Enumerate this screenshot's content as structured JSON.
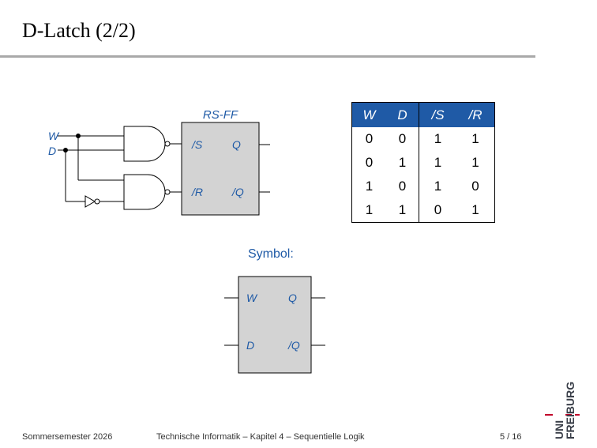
{
  "slide": {
    "title": "D-Latch (2/2)"
  },
  "circuit": {
    "ff_label": "RS-FF",
    "input_w": "W",
    "input_d": "D",
    "pin_s": "/S",
    "pin_r": "/R",
    "pin_q": "Q",
    "pin_nq": "/Q"
  },
  "truth_table": {
    "headers": [
      "W",
      "D",
      "/S",
      "/R"
    ],
    "rows": [
      [
        "0",
        "0",
        "1",
        "1"
      ],
      [
        "0",
        "1",
        "1",
        "1"
      ],
      [
        "1",
        "0",
        "1",
        "0"
      ],
      [
        "1",
        "1",
        "0",
        "1"
      ]
    ]
  },
  "symbol": {
    "title": "Symbol:",
    "pin_w": "W",
    "pin_d": "D",
    "pin_q": "Q",
    "pin_nq": "/Q"
  },
  "footer": {
    "semester": "Sommersemester 2026",
    "course": "Technische Informatik –  Kapitel 4 – Sequentielle Logik",
    "page": "5 / 16"
  },
  "logo": {
    "line1": "UNI",
    "line2": "FREIBURG"
  },
  "colors": {
    "accent": "#1f5aa6",
    "box_fill": "#d3d3d3",
    "rule": "#a9a9a9",
    "logo_red": "#c1002a"
  }
}
